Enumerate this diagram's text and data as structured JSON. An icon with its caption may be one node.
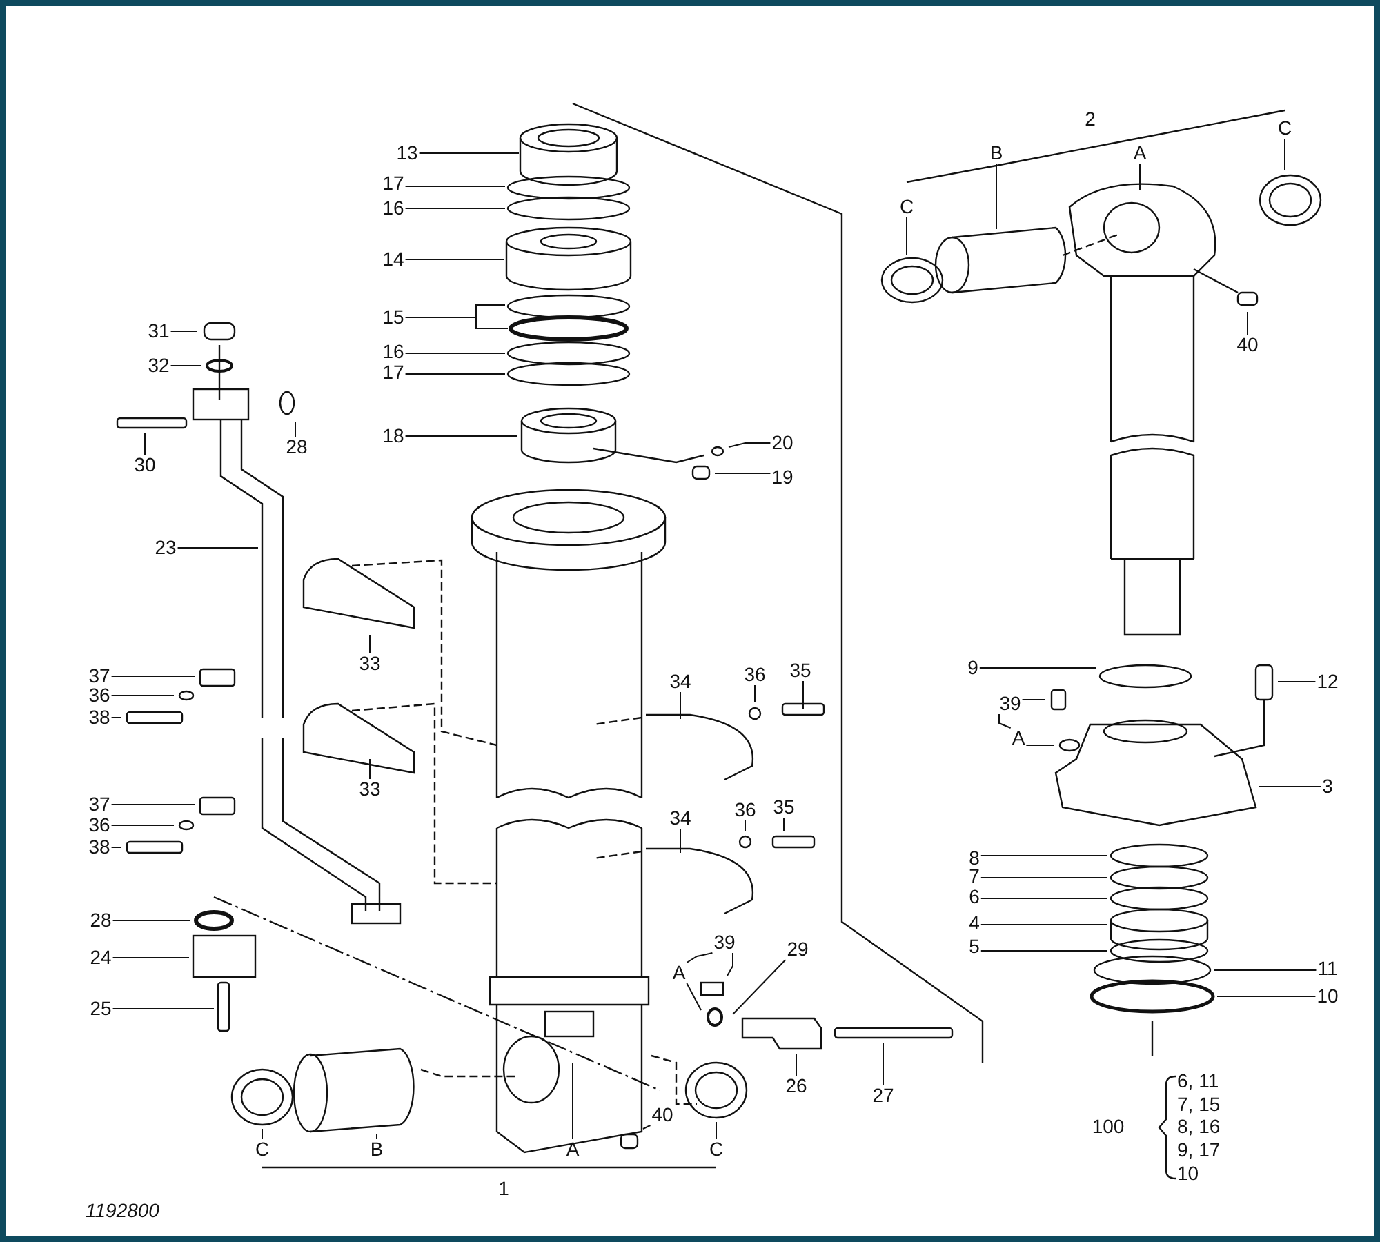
{
  "diagram": {
    "nodes": [
      {
        "text": [
          "C"
        ]
      },
      {
        "text": [
          "13"
        ]
      },
      {
        "text": [
          "A"
        ]
      },
      {
        "text": [
          "B"
        ]
      },
      {
        "text": [
          "17"
        ]
      },
      {
        "text": [
          "C"
        ]
      },
      {
        "text": [
          "16"
        ]
      },
      {
        "text": [
          "14"
        ]
      },
      {
        "text": [
          "15"
        ]
      },
      {
        "text": [
          "31"
        ]
      },
      {
        "text": [
          "40"
        ]
      },
      {
        "text": [
          "16"
        ]
      },
      {
        "text": [
          "32"
        ]
      },
      {
        "text": [
          "17"
        ]
      },
      {
        "text": [
          "18"
        ]
      },
      {
        "text": [
          "20"
        ]
      },
      {
        "text": [
          "28"
        ]
      },
      {
        "text": [
          "30"
        ]
      },
      {
        "text": [
          "19"
        ]
      },
      {
        "text": [
          "23"
        ]
      },
      {
        "text": [
          "33"
        ]
      },
      {
        "text": [
          "9"
        ]
      },
      {
        "text": [
          "35"
        ]
      },
      {
        "text": [
          "36"
        ]
      },
      {
        "text": [
          "37"
        ]
      },
      {
        "text": [
          "34"
        ]
      },
      {
        "text": [
          "12"
        ]
      },
      {
        "text": [
          "36"
        ]
      },
      {
        "text": [
          "39"
        ]
      },
      {
        "text": [
          "38"
        ]
      },
      {
        "text": [
          "A"
        ]
      },
      {
        "text": [
          "3"
        ]
      },
      {
        "text": [
          "33"
        ]
      },
      {
        "text": [
          "37"
        ]
      },
      {
        "text": [
          "35"
        ]
      },
      {
        "text": [
          "36"
        ]
      },
      {
        "text": [
          "34"
        ]
      },
      {
        "text": [
          "36"
        ]
      },
      {
        "text": [
          "38"
        ]
      },
      {
        "text": [
          "8"
        ]
      },
      {
        "text": [
          "7"
        ]
      },
      {
        "text": [
          "6"
        ]
      },
      {
        "text": [
          "28"
        ]
      },
      {
        "text": [
          "4"
        ]
      },
      {
        "text": [
          "39"
        ]
      },
      {
        "text": [
          "5"
        ]
      },
      {
        "text": [
          "29"
        ]
      },
      {
        "text": [
          "24"
        ]
      },
      {
        "text": [
          "11"
        ]
      },
      {
        "text": [
          "A"
        ]
      },
      {
        "text": [
          "10"
        ]
      },
      {
        "text": [
          "25"
        ]
      },
      {
        "text": [
          "26"
        ]
      },
      {
        "text": [
          "27"
        ]
      },
      {
        "text": [
          "40"
        ]
      },
      {
        "text": [
          "C"
        ]
      },
      {
        "text": [
          "B"
        ]
      },
      {
        "text": [
          "A"
        ]
      },
      {
        "text": [
          "C"
        ]
      }
    ],
    "edges": [
      {
        "from": 0,
        "to": null,
        "arrow": "none"
      },
      {
        "from": 1,
        "to": null,
        "arrow": "none"
      },
      {
        "from": 2,
        "to": null,
        "arrow": "none"
      },
      {
        "from": 3,
        "to": null,
        "arrow": "none"
      },
      {
        "from": 4,
        "to": null,
        "arrow": "none"
      },
      {
        "from": 5,
        "to": null,
        "arrow": "none"
      },
      {
        "from": 6,
        "to": null,
        "arrow": "none"
      },
      {
        "from": 7,
        "to": null,
        "arrow": "none"
      },
      {
        "from": 8,
        "to": null,
        "arrow": "none"
      },
      {
        "from": 9,
        "to": null,
        "arrow": "none"
      },
      {
        "from": 10,
        "to": null,
        "arrow": "none"
      },
      {
        "from": 11,
        "to": null,
        "arrow": "none"
      },
      {
        "from": 12,
        "to": null,
        "arrow": "none"
      },
      {
        "from": 13,
        "to": null,
        "arrow": "none"
      },
      {
        "from": 14,
        "to": null,
        "arrow": "none"
      },
      {
        "from": 15,
        "to": null,
        "arrow": "none"
      },
      {
        "from": 16,
        "to": null,
        "arrow": "none"
      },
      {
        "from": 17,
        "to": null,
        "arrow": "none"
      },
      {
        "from": 18,
        "to": null,
        "arrow": "none"
      },
      {
        "from": 19,
        "to": null,
        "arrow": "none"
      },
      {
        "from": 20,
        "to": null,
        "arrow": "none"
      },
      {
        "from": 21,
        "to": null,
        "arrow": "none"
      },
      {
        "from": 22,
        "to": null,
        "arrow": "none"
      },
      {
        "from": 23,
        "to": null,
        "arrow": "none"
      },
      {
        "from": 24,
        "to": null,
        "arrow": "none"
      },
      {
        "from": 25,
        "to": null,
        "arrow": "none"
      },
      {
        "from": 26,
        "to": null,
        "arrow": "none"
      },
      {
        "from": 27,
        "to": null,
        "arrow": "none"
      },
      {
        "from": 28,
        "to": null,
        "arrow": "none"
      },
      {
        "from": 29,
        "to": null,
        "arrow": "none"
      },
      {
        "from": 30,
        "to": null,
        "arrow": "none"
      },
      {
        "from": 31,
        "to": null,
        "arrow": "none"
      },
      {
        "from": 32,
        "to": null,
        "arrow": "none"
      },
      {
        "from": 33,
        "to": null,
        "arrow": "none"
      },
      {
        "from": 34,
        "to": null,
        "arrow": "none"
      },
      {
        "from": 35,
        "to": null,
        "arrow": "none"
      },
      {
        "from": 36,
        "to": null,
        "arrow": "none"
      },
      {
        "from": 37,
        "to": null,
        "arrow": "none"
      },
      {
        "from": 38,
        "to": null,
        "arrow": "none"
      },
      {
        "from": 39,
        "to": null,
        "arrow": "none"
      },
      {
        "from": 40,
        "to": null,
        "arrow": "none"
      },
      {
        "from": 41,
        "to": null,
        "arrow": "none"
      },
      {
        "from": 42,
        "to": null,
        "arrow": "none"
      },
      {
        "from": 43,
        "to": null,
        "arrow": "none"
      },
      {
        "from": 44,
        "to": null,
        "arrow": "none"
      },
      {
        "from": 45,
        "to": null,
        "arrow": "none"
      },
      {
        "from": 46,
        "to": null,
        "arrow": "none"
      },
      {
        "from": 47,
        "to": null,
        "arrow": "none"
      },
      {
        "from": 48,
        "to": null,
        "arrow": "none"
      },
      {
        "from": 49,
        "to": null,
        "arrow": "none"
      },
      {
        "from": 50,
        "to": null,
        "arrow": "none"
      },
      {
        "from": 51,
        "to": null,
        "arrow": "none"
      },
      {
        "from": 52,
        "to": null,
        "arrow": "none"
      },
      {
        "from": 53,
        "to": null,
        "arrow": "none"
      },
      {
        "from": 54,
        "to": null,
        "arrow": "none"
      },
      {
        "from": 55,
        "to": null,
        "arrow": "none"
      },
      {
        "from": 56,
        "to": null,
        "arrow": "none"
      },
      {
        "from": 57,
        "to": null,
        "arrow": "none"
      },
      {
        "from": 58,
        "to": null,
        "arrow": "none"
      },
      {
        "from": 28,
        "to": 30,
        "arrow": "none"
      },
      {
        "from": 44,
        "to": 49,
        "arrow": "none"
      }
    ],
    "labels": [
      "2",
      "100",
      "6, 11",
      "7, 15",
      "8, 16",
      "9, 17",
      "10",
      "1",
      "1192800"
    ]
  }
}
